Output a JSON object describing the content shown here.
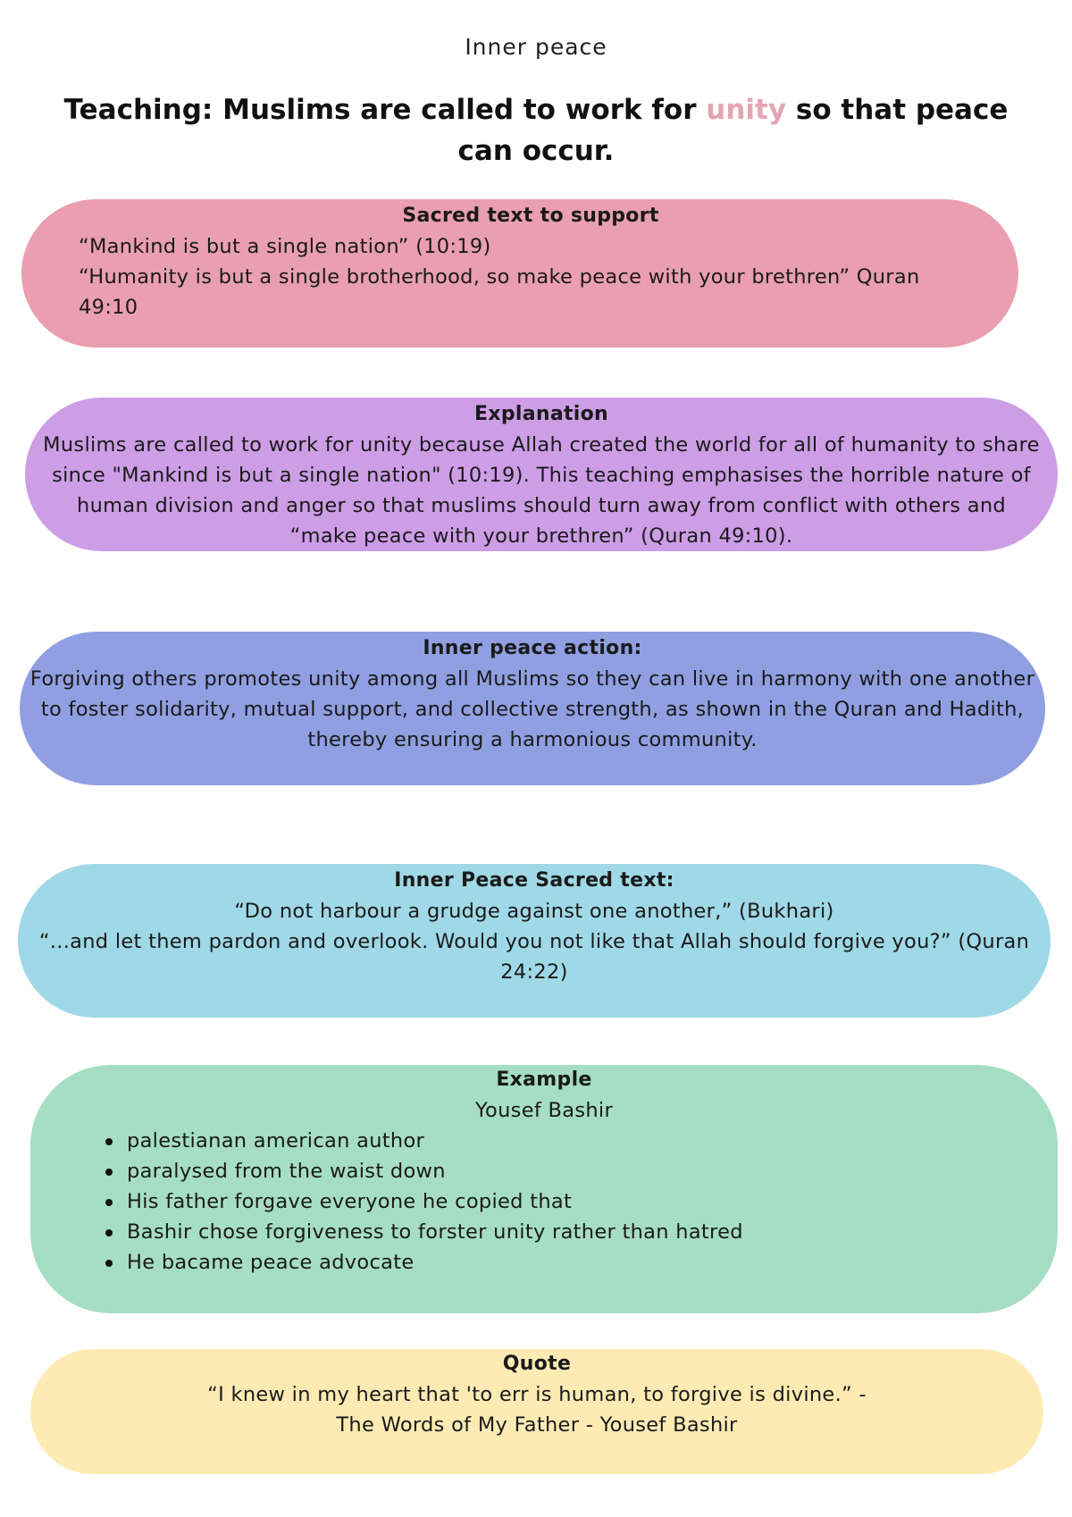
{
  "page": {
    "title": "Inner peace",
    "heading": {
      "before": "Teaching: Muslims are called to work for ",
      "highlight": "unity",
      "after": " so that peace can occur."
    }
  },
  "sections": {
    "sacred_text": {
      "title": "Sacred text to support",
      "lines": [
        "“Mankind is but a single nation” (10:19)",
        "“Humanity is but a single brotherhood, so make peace with your brethren” Quran 49:10"
      ],
      "color": "#e99fb0"
    },
    "explanation": {
      "title": "Explanation",
      "body": "Muslims are called to work for unity because Allah created the world for all of humanity to share since \"Mankind is but a single nation\" (10:19). This teaching emphasises the horrible nature of human division and anger so that muslims should turn away from conflict with others and “make peace with your brethren” (Quran 49:10).",
      "color": "#cd9de6"
    },
    "inner_peace_action": {
      "title": "Inner peace action:",
      "body": "Forgiving others promotes unity among all Muslims so they can live in harmony with one another to foster solidarity, mutual support, and collective strength, as shown in the Quran and Hadith, thereby ensuring a harmonious community.",
      "color": "#8f9fe1"
    },
    "inner_peace_sacred_text": {
      "title": "Inner Peace Sacred text:",
      "line1": "“Do not harbour a grudge against one another,” (Bukhari)",
      "line2": "“...and let them pardon and overlook. Would you not like that Allah should forgive you?” (Quran 24:22)",
      "color": "#9fd8e6"
    },
    "example": {
      "title": "Example",
      "subtitle": "Yousef Bashir",
      "bullets": [
        "palestianan american author",
        "paralysed from the waist down",
        "His father forgave everyone he copied that",
        "Bashir chose forgiveness to forster unity rather than hatred",
        "He bacame peace advocate"
      ],
      "color": "#a5dec3"
    },
    "quote": {
      "title": "Quote",
      "line1": "“I knew in my heart that 'to err is human, to forgive is divine.”  -",
      "line2": "The Words of My Father - Yousef Bashir",
      "color": "#fdebb3"
    }
  }
}
